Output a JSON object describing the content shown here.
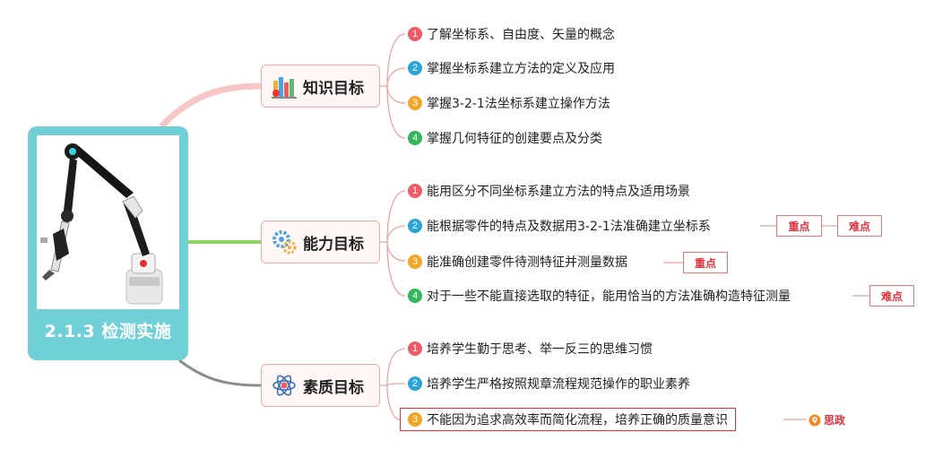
{
  "root": {
    "title": "2.1.3 检测实施"
  },
  "branches": {
    "knowledge": {
      "label": "知识目标",
      "items": [
        {
          "num": "1",
          "text": "了解坐标系、自由度、矢量的概念"
        },
        {
          "num": "2",
          "text": "掌握坐标系建立方法的定义及应用"
        },
        {
          "num": "3",
          "text": "掌握3-2-1法坐标系建立操作方法"
        },
        {
          "num": "4",
          "text": "掌握几何特征的创建要点及分类"
        }
      ]
    },
    "ability": {
      "label": "能力目标",
      "items": [
        {
          "num": "1",
          "text": "能用区分不同坐标系建立方法的特点及适用场景"
        },
        {
          "num": "2",
          "text": "能根据零件的特点及数据用3-2-1法准确建立坐标系",
          "tags": [
            "重点",
            "难点"
          ]
        },
        {
          "num": "3",
          "text": "能准确创建零件待测特征并测量数据",
          "tags": [
            "重点"
          ]
        },
        {
          "num": "4",
          "text": "对于一些不能直接选取的特征，能用恰当的方法准确构造特征测量",
          "tags": [
            "难点"
          ]
        }
      ]
    },
    "quality": {
      "label": "素质目标",
      "items": [
        {
          "num": "1",
          "text": "培养学生勤于思考、举一反三的思维习惯"
        },
        {
          "num": "2",
          "text": "培养学生严格按照规章流程规范操作的职业素养"
        },
        {
          "num": "3",
          "text": "不能因为追求高效率而简化流程，培养正确的质量意识",
          "note": "思政"
        }
      ]
    }
  },
  "colors": {
    "num_red": "#ee5a66",
    "num_blue": "#2aa5d9",
    "num_orange": "#f5a523",
    "num_green": "#31b65a",
    "root_bg": "#6fd1d7",
    "tag_red": "#e0313c"
  }
}
